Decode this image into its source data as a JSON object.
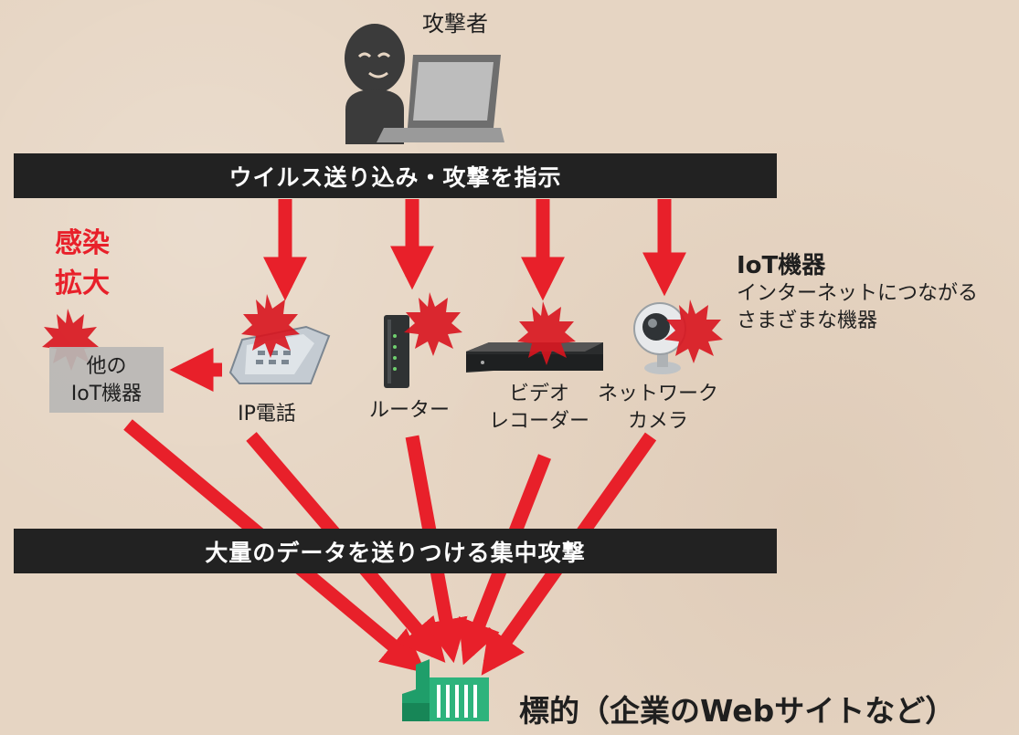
{
  "attacker": {
    "label": "攻撃者"
  },
  "top_bar": {
    "text": "ウイルス送り込み・攻撃を指示"
  },
  "infection": {
    "line1": "感染",
    "line2": "拡大"
  },
  "iot_info": {
    "title": "IoT機器",
    "desc_line1": "インターネットにつながる",
    "desc_line2": "さまざまな機器"
  },
  "devices": {
    "other": {
      "line1": "他の",
      "line2": "IoT機器"
    },
    "ip_phone": {
      "label": "IP電話"
    },
    "router": {
      "label": "ルーター"
    },
    "video_recorder": {
      "line1": "ビデオ",
      "line2": "レコーダー"
    },
    "network_camera": {
      "line1": "ネットワーク",
      "line2": "カメラ"
    }
  },
  "bottom_bar": {
    "text": "大量のデータを送りつける集中攻撃"
  },
  "target": {
    "label": "標的（企業のWebサイトなど）"
  },
  "colors": {
    "arrow_red": "#e8202a",
    "bar_black": "#222222",
    "building_green": "#1f9e6a",
    "burst_red": "#d8141e"
  }
}
